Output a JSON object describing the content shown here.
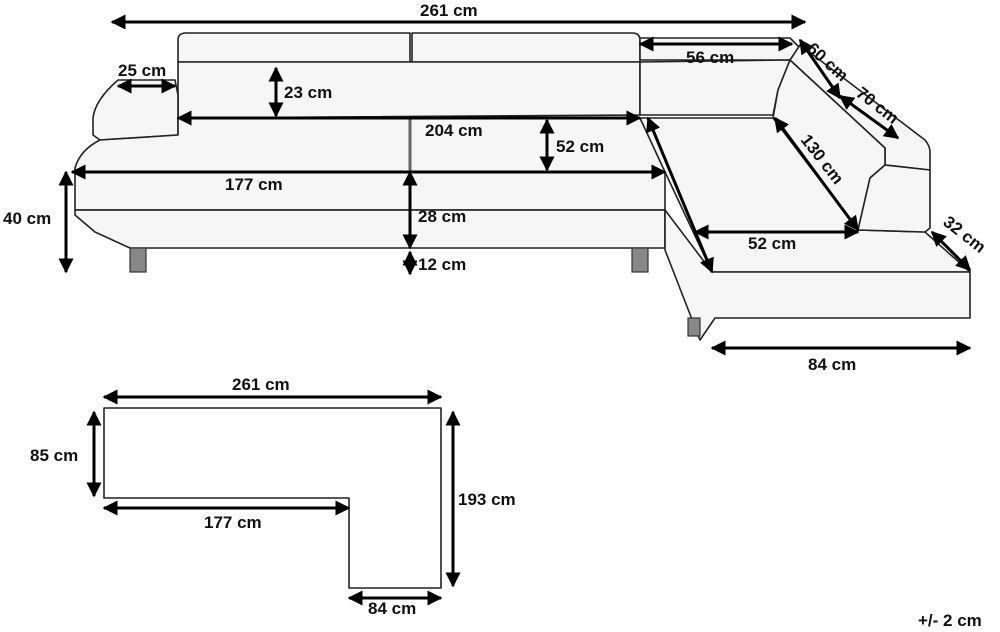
{
  "dimensions": {
    "total_width_top": "261 cm",
    "armrest_depth": "25 cm",
    "headrest_height": "23 cm",
    "seat_inner_width": "204 cm",
    "seat_depth": "52 cm",
    "left_section_width": "177 cm",
    "total_height": "40 cm",
    "seat_height": "28 cm",
    "leg_height": "12 cm",
    "corner_back_width": "56 cm",
    "corner_60": "60 cm",
    "corner_70": "70 cm",
    "chaise_length": "130 cm",
    "chaise_seat_depth": "52 cm",
    "chaise_arm": "32 cm",
    "chaise_width": "84 cm"
  },
  "footprint": {
    "width": "261 cm",
    "depth_left": "85 cm",
    "inner_length": "177 cm",
    "depth_right": "193 cm",
    "chaise_width": "84 cm"
  },
  "tolerance": "+/- 2 cm"
}
